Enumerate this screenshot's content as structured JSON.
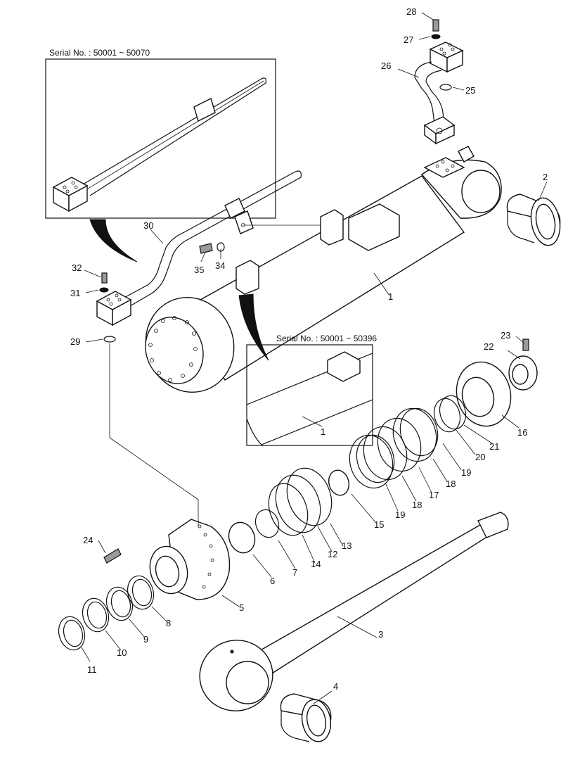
{
  "insets": {
    "top": {
      "serial": "Serial No. : 50001 ~ 50070"
    },
    "middle": {
      "serial": "Serial No. : 50001 ~ 50396",
      "part_label": "1"
    }
  },
  "labels": {
    "p1": "1",
    "p2": "2",
    "p3": "3",
    "p4": "4",
    "p5": "5",
    "p6": "6",
    "p7": "7",
    "p8": "8",
    "p9": "9",
    "p10": "10",
    "p11": "11",
    "p12": "12",
    "p13": "13",
    "p14": "14",
    "p15": "15",
    "p16": "16",
    "p17": "17",
    "p18a": "18",
    "p18b": "18",
    "p19a": "19",
    "p19b": "19",
    "p20": "20",
    "p21": "21",
    "p22": "22",
    "p23": "23",
    "p24": "24",
    "p25": "25",
    "p26": "26",
    "p27": "27",
    "p28": "28",
    "p29": "29",
    "p30": "30",
    "p31": "31",
    "p32": "32",
    "p34": "34",
    "p35": "35"
  }
}
